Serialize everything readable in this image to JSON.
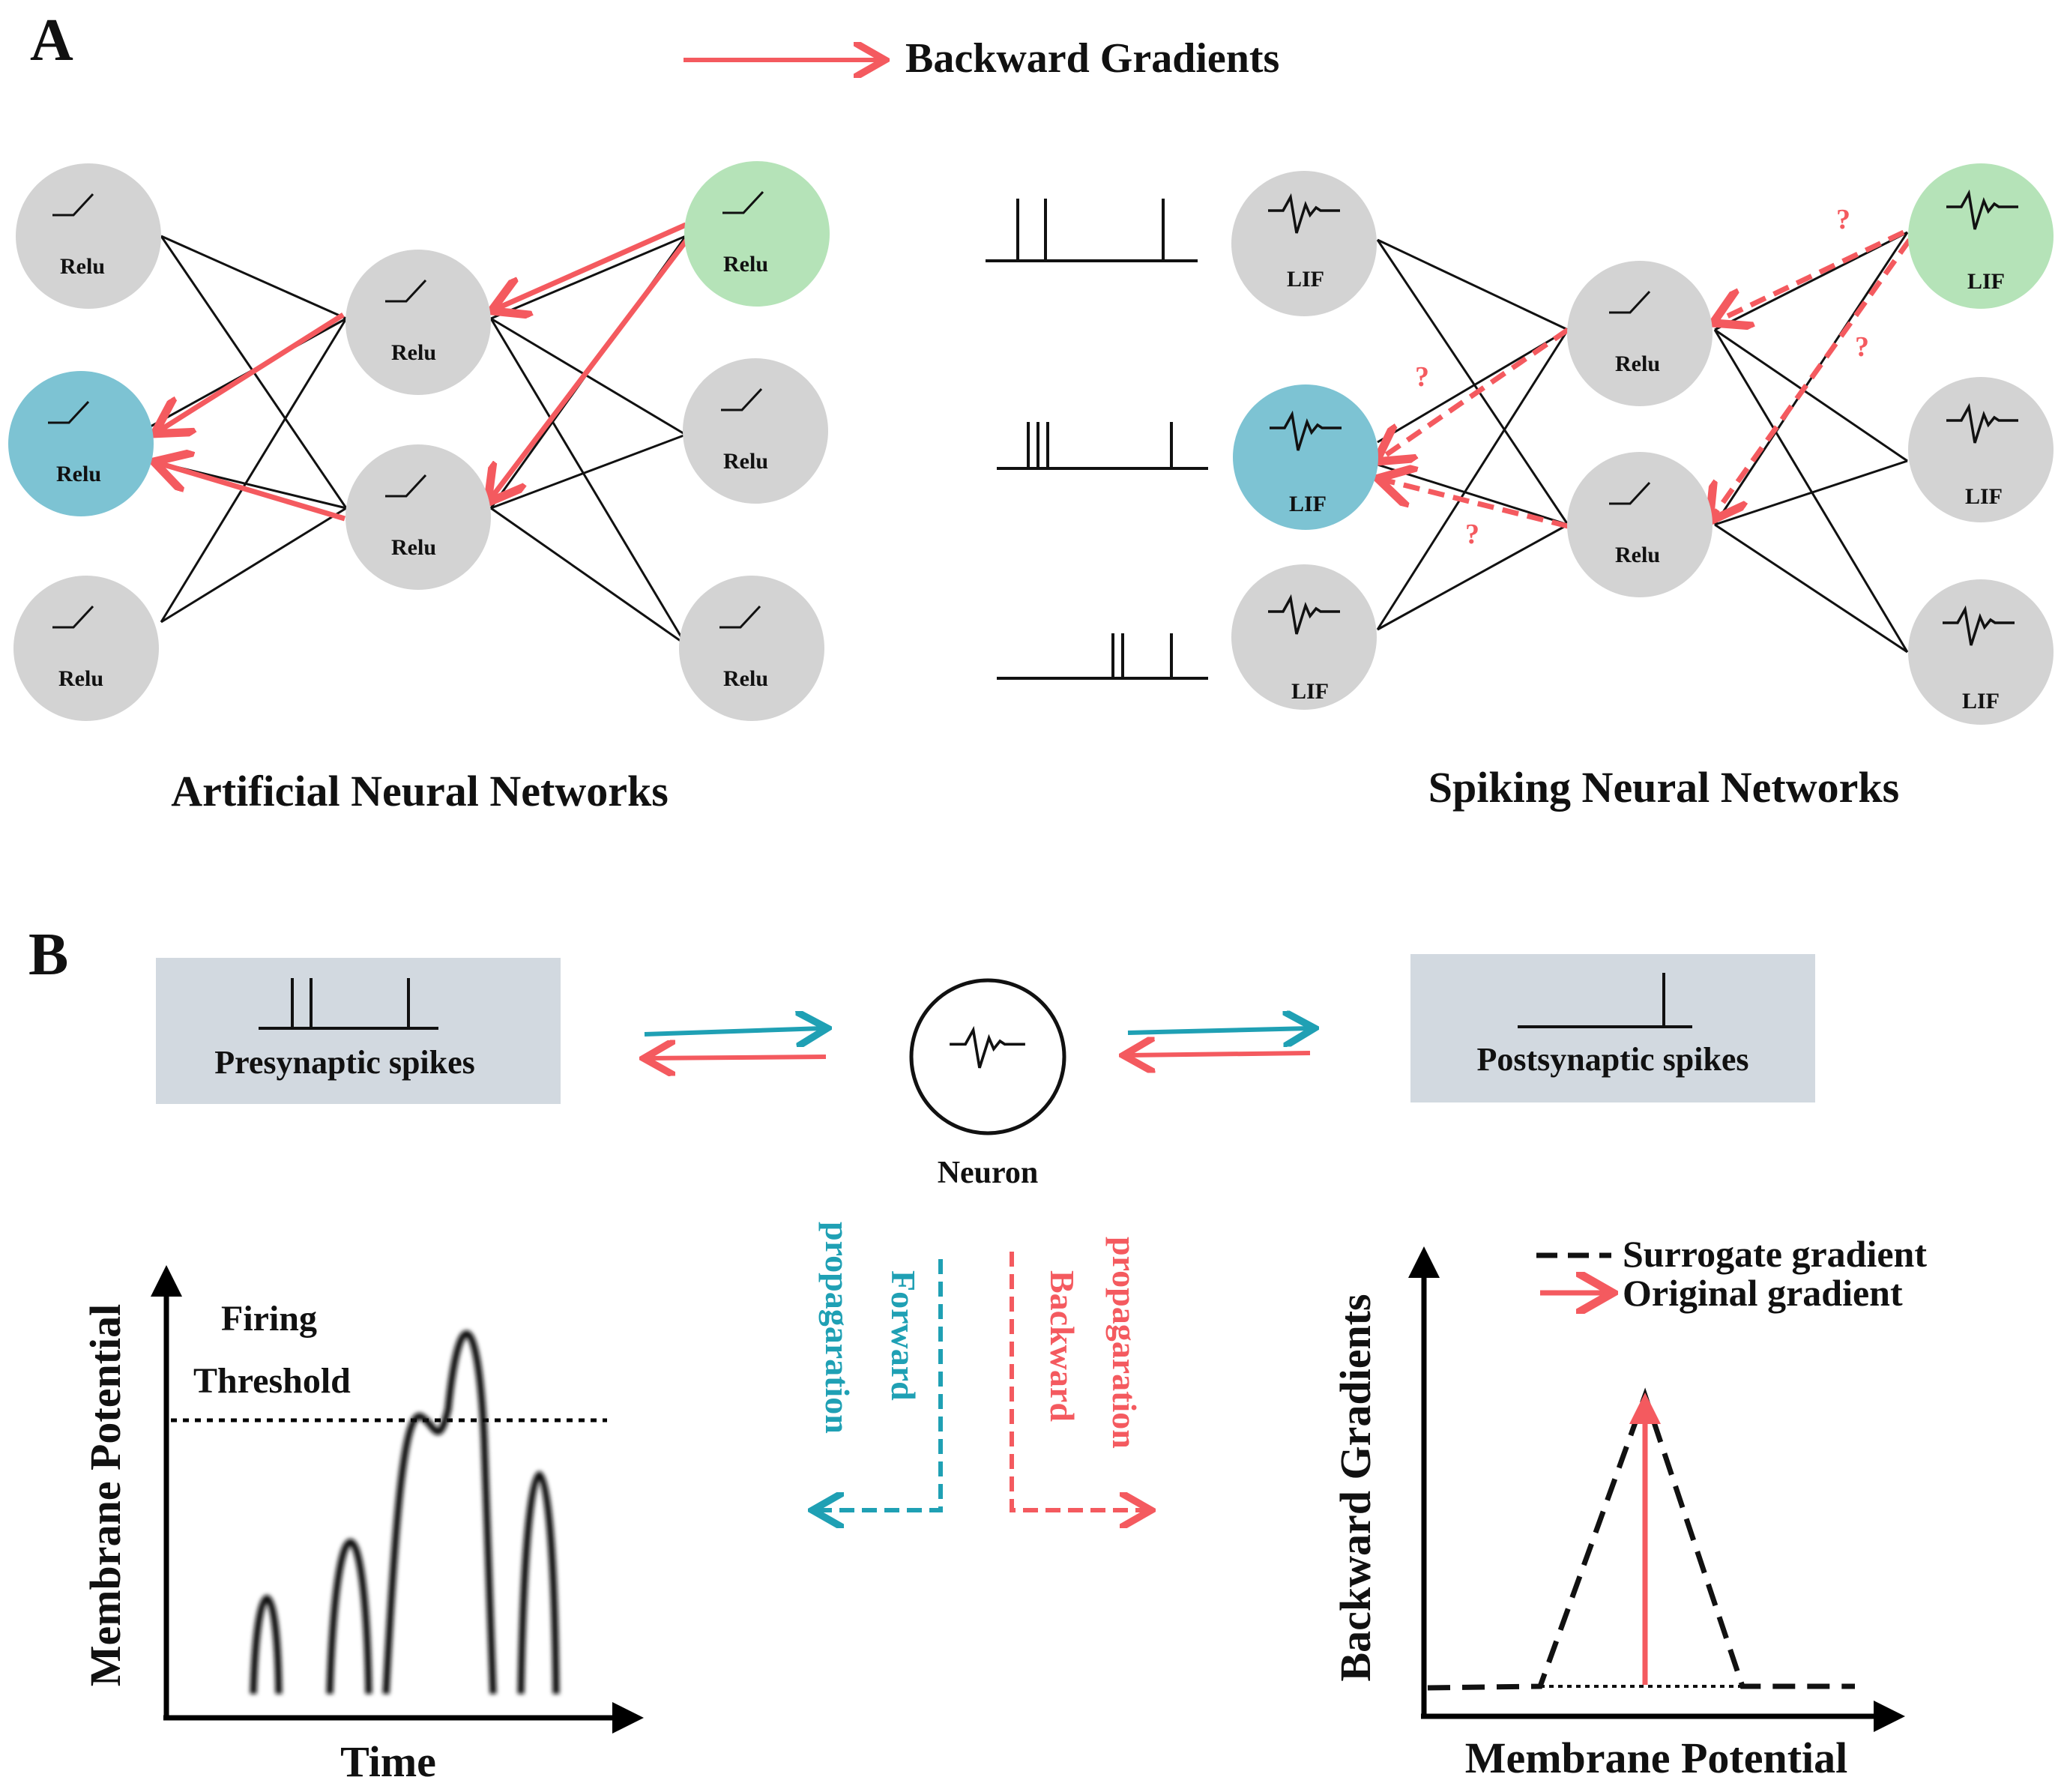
{
  "panel_a": {
    "label": "A",
    "legend_label": "Backward Gradients",
    "ann": {
      "title": "Artificial Neural Networks",
      "neuron_label": "Relu"
    },
    "snn": {
      "title": "Spiking Neural Networks",
      "lif_label": "LIF",
      "relu_label": "Relu",
      "question_mark": "?"
    }
  },
  "panel_b": {
    "label": "B",
    "presynaptic_label": "Presynaptic spikes",
    "postsynaptic_label": "Postsynaptic spikes",
    "neuron_label": "Neuron",
    "forward_line1": "Forward",
    "forward_line2": "propagaration",
    "backward_line1": "Backward",
    "backward_line2": "propagaration",
    "membrane_plot": {
      "ylabel": "Membrane Potential",
      "xlabel": "Time",
      "threshold_line1": "Firing",
      "threshold_line2": "Threshold"
    },
    "gradient_plot": {
      "ylabel": "Backward Gradients",
      "xlabel": "Membrane Potential",
      "legend_surrogate": "Surrogate gradient",
      "legend_original": "Original gradient"
    }
  },
  "colors": {
    "backward": "#f45a5f",
    "forward": "#1fa0b4",
    "neuron_grey": "#d3d3d3",
    "input_highlight": "#7dc3d3",
    "output_highlight": "#b5e3b8",
    "spike_box": "#d2d9e0"
  },
  "icons": [
    "relu-icon",
    "lif-spike-icon",
    "spike-train-icon",
    "neuron-icon"
  ]
}
